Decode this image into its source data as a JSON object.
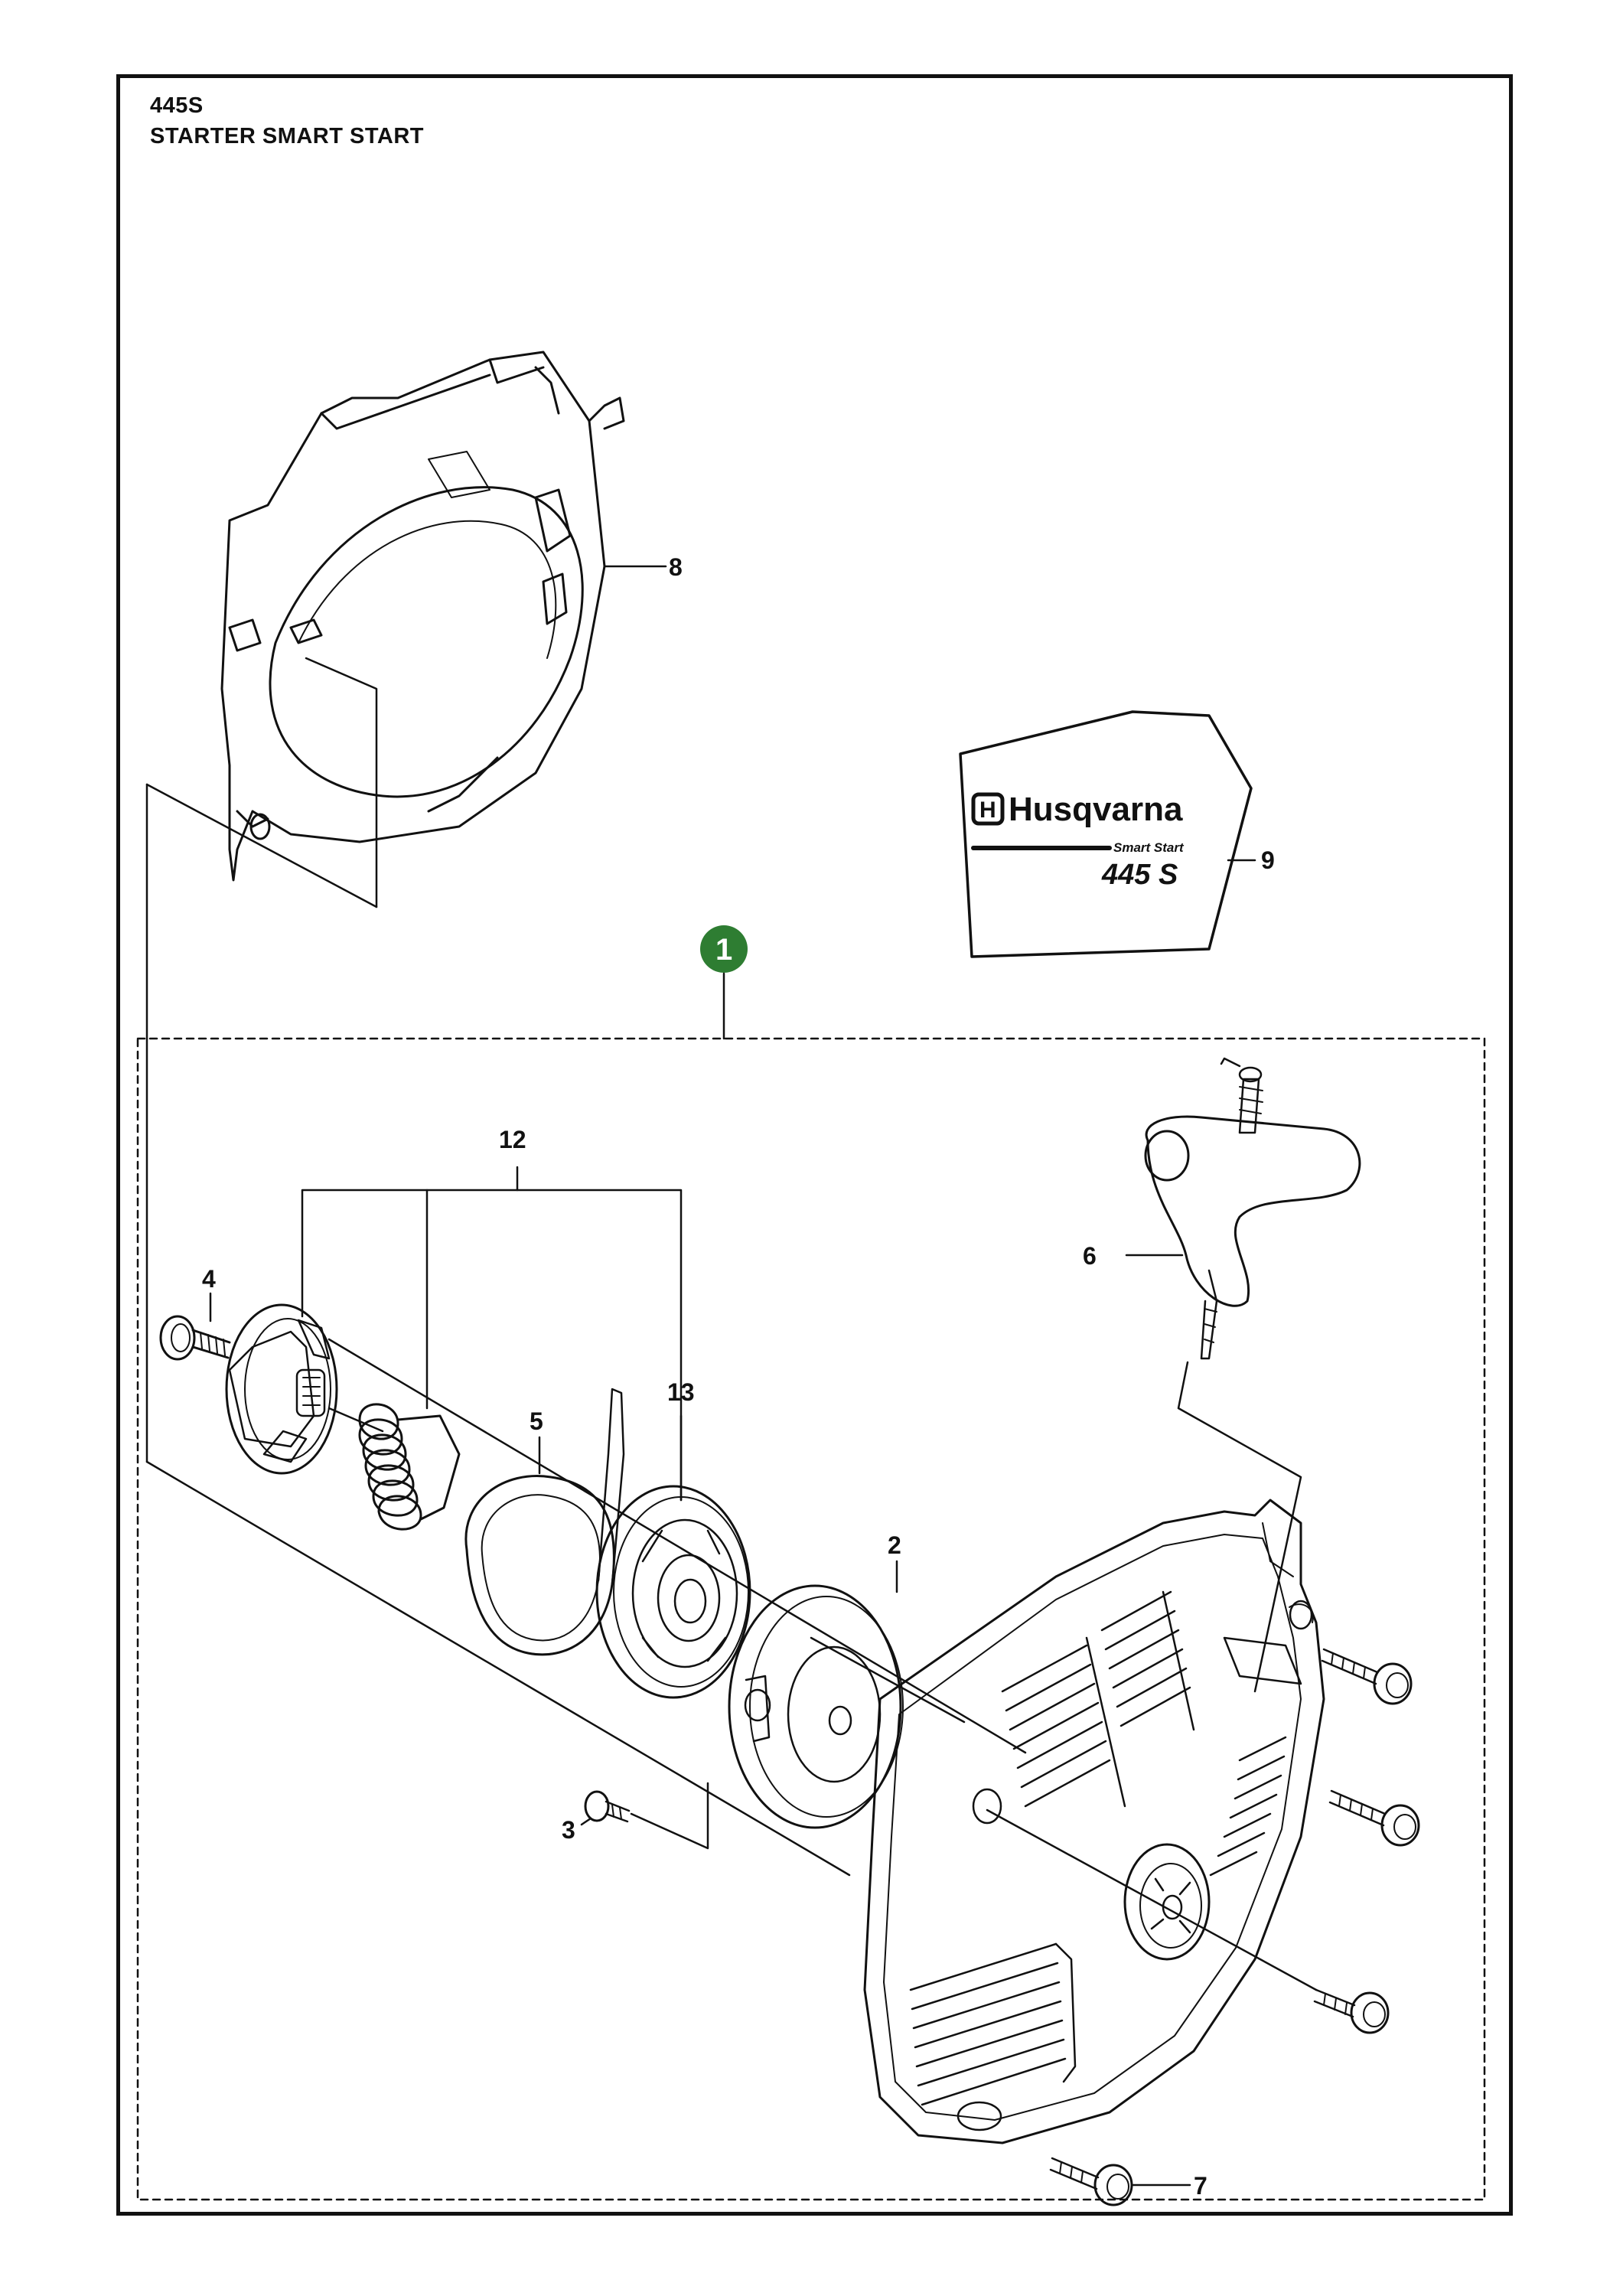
{
  "header": {
    "model": "445S",
    "title": "STARTER SMART START"
  },
  "assembly_badge": {
    "label": "1",
    "color": "#2e7d32"
  },
  "decal": {
    "brand": "Husqvarna",
    "brand_mark": "H",
    "tagline": "Smart Start",
    "model": "445 S"
  },
  "callouts": {
    "c2": "2",
    "c3": "3",
    "c4": "4",
    "c5": "5",
    "c6": "6",
    "c7": "7",
    "c8": "8",
    "c9": "9",
    "c12": "12",
    "c13": "13"
  },
  "colors": {
    "line": "#111111",
    "badge": "#2e7d32",
    "background": "#ffffff"
  }
}
